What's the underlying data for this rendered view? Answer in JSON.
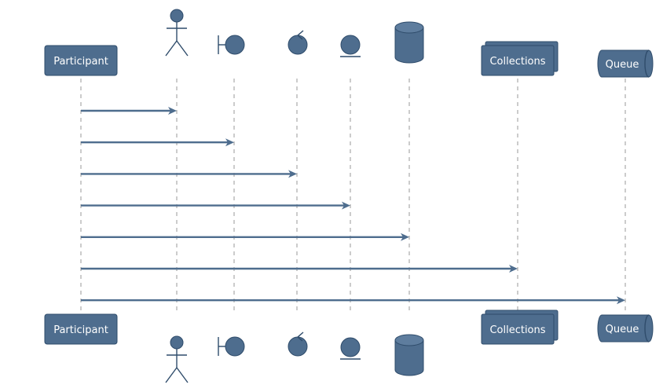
{
  "diagram": {
    "participants": [
      {
        "id": "participant",
        "kind": "participant",
        "label": "Participant"
      },
      {
        "id": "actor",
        "kind": "actor",
        "label": ""
      },
      {
        "id": "boundary",
        "kind": "boundary",
        "label": ""
      },
      {
        "id": "control",
        "kind": "control",
        "label": ""
      },
      {
        "id": "entity",
        "kind": "entity",
        "label": ""
      },
      {
        "id": "database",
        "kind": "database",
        "label": ""
      },
      {
        "id": "collections",
        "kind": "collections",
        "label": "Collections"
      },
      {
        "id": "queue",
        "kind": "queue",
        "label": "Queue"
      }
    ],
    "messages": [
      {
        "from": "participant",
        "to": "actor",
        "label": ""
      },
      {
        "from": "participant",
        "to": "boundary",
        "label": ""
      },
      {
        "from": "participant",
        "to": "control",
        "label": ""
      },
      {
        "from": "participant",
        "to": "entity",
        "label": ""
      },
      {
        "from": "participant",
        "to": "database",
        "label": ""
      },
      {
        "from": "participant",
        "to": "collections",
        "label": ""
      },
      {
        "from": "participant",
        "to": "queue",
        "label": ""
      }
    ],
    "colors": {
      "fill": "#4e6d8e",
      "border": "#2f4c6b",
      "arrow": "#4e6d8e",
      "lifeline": "#9a9a9a",
      "label": "#ffffff"
    }
  }
}
